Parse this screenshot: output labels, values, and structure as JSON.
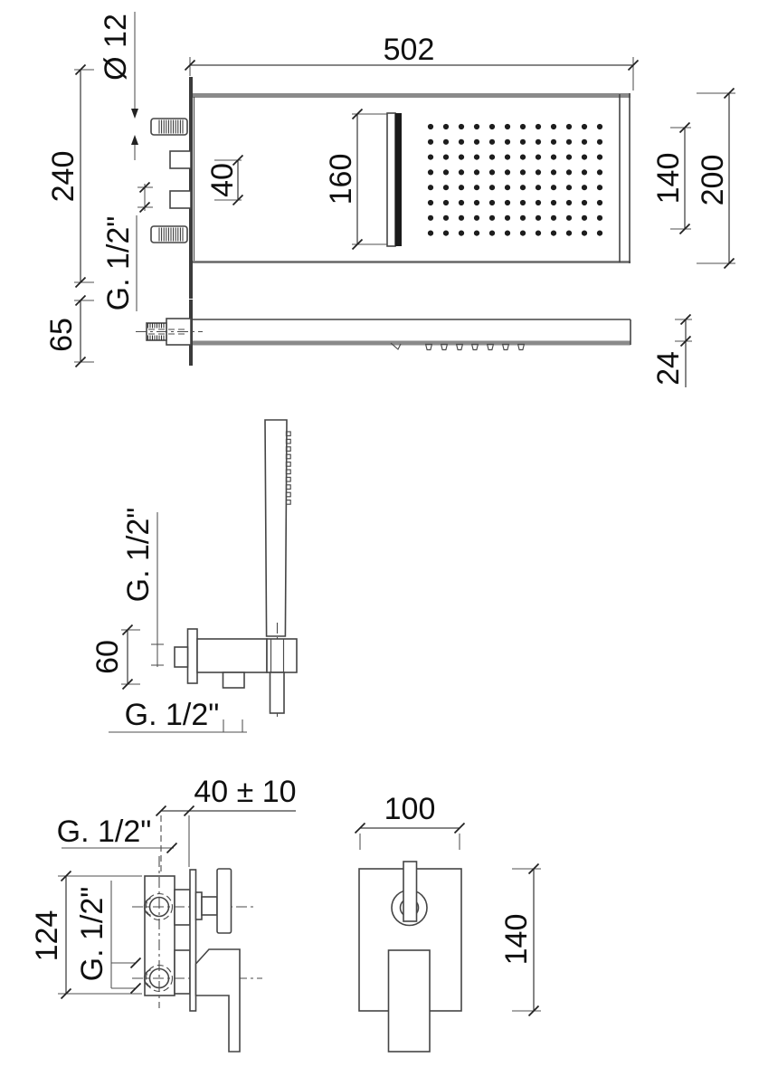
{
  "views": {
    "panel_front": {
      "dims": {
        "width": "502",
        "pipe_diameter": "Ø 12",
        "pipe_offset": "240",
        "inlet_thread": "G. 1/2\"",
        "block_spacing": "40",
        "slot_height": "160",
        "spray_field_height": "140",
        "panel_height": "200"
      },
      "spray_grid": {
        "cols": 12,
        "rows": 8
      }
    },
    "panel_side": {
      "dims": {
        "wall_offset": "65",
        "thickness": "24"
      },
      "nozzle_count": 7
    },
    "hand_shower": {
      "dims": {
        "hose_thread": "G. 1/2\"",
        "bracket_height": "60",
        "outlet_thread": "G. 1/2\""
      },
      "nozzle_count": 10
    },
    "mixer_side": {
      "dims": {
        "depth_tolerance": "40 ± 10",
        "top_connection": "G. 1/2\"",
        "height": "124",
        "side_connection": "G. 1/2\""
      }
    },
    "mixer_front": {
      "dims": {
        "width": "100",
        "height": "140"
      }
    }
  }
}
